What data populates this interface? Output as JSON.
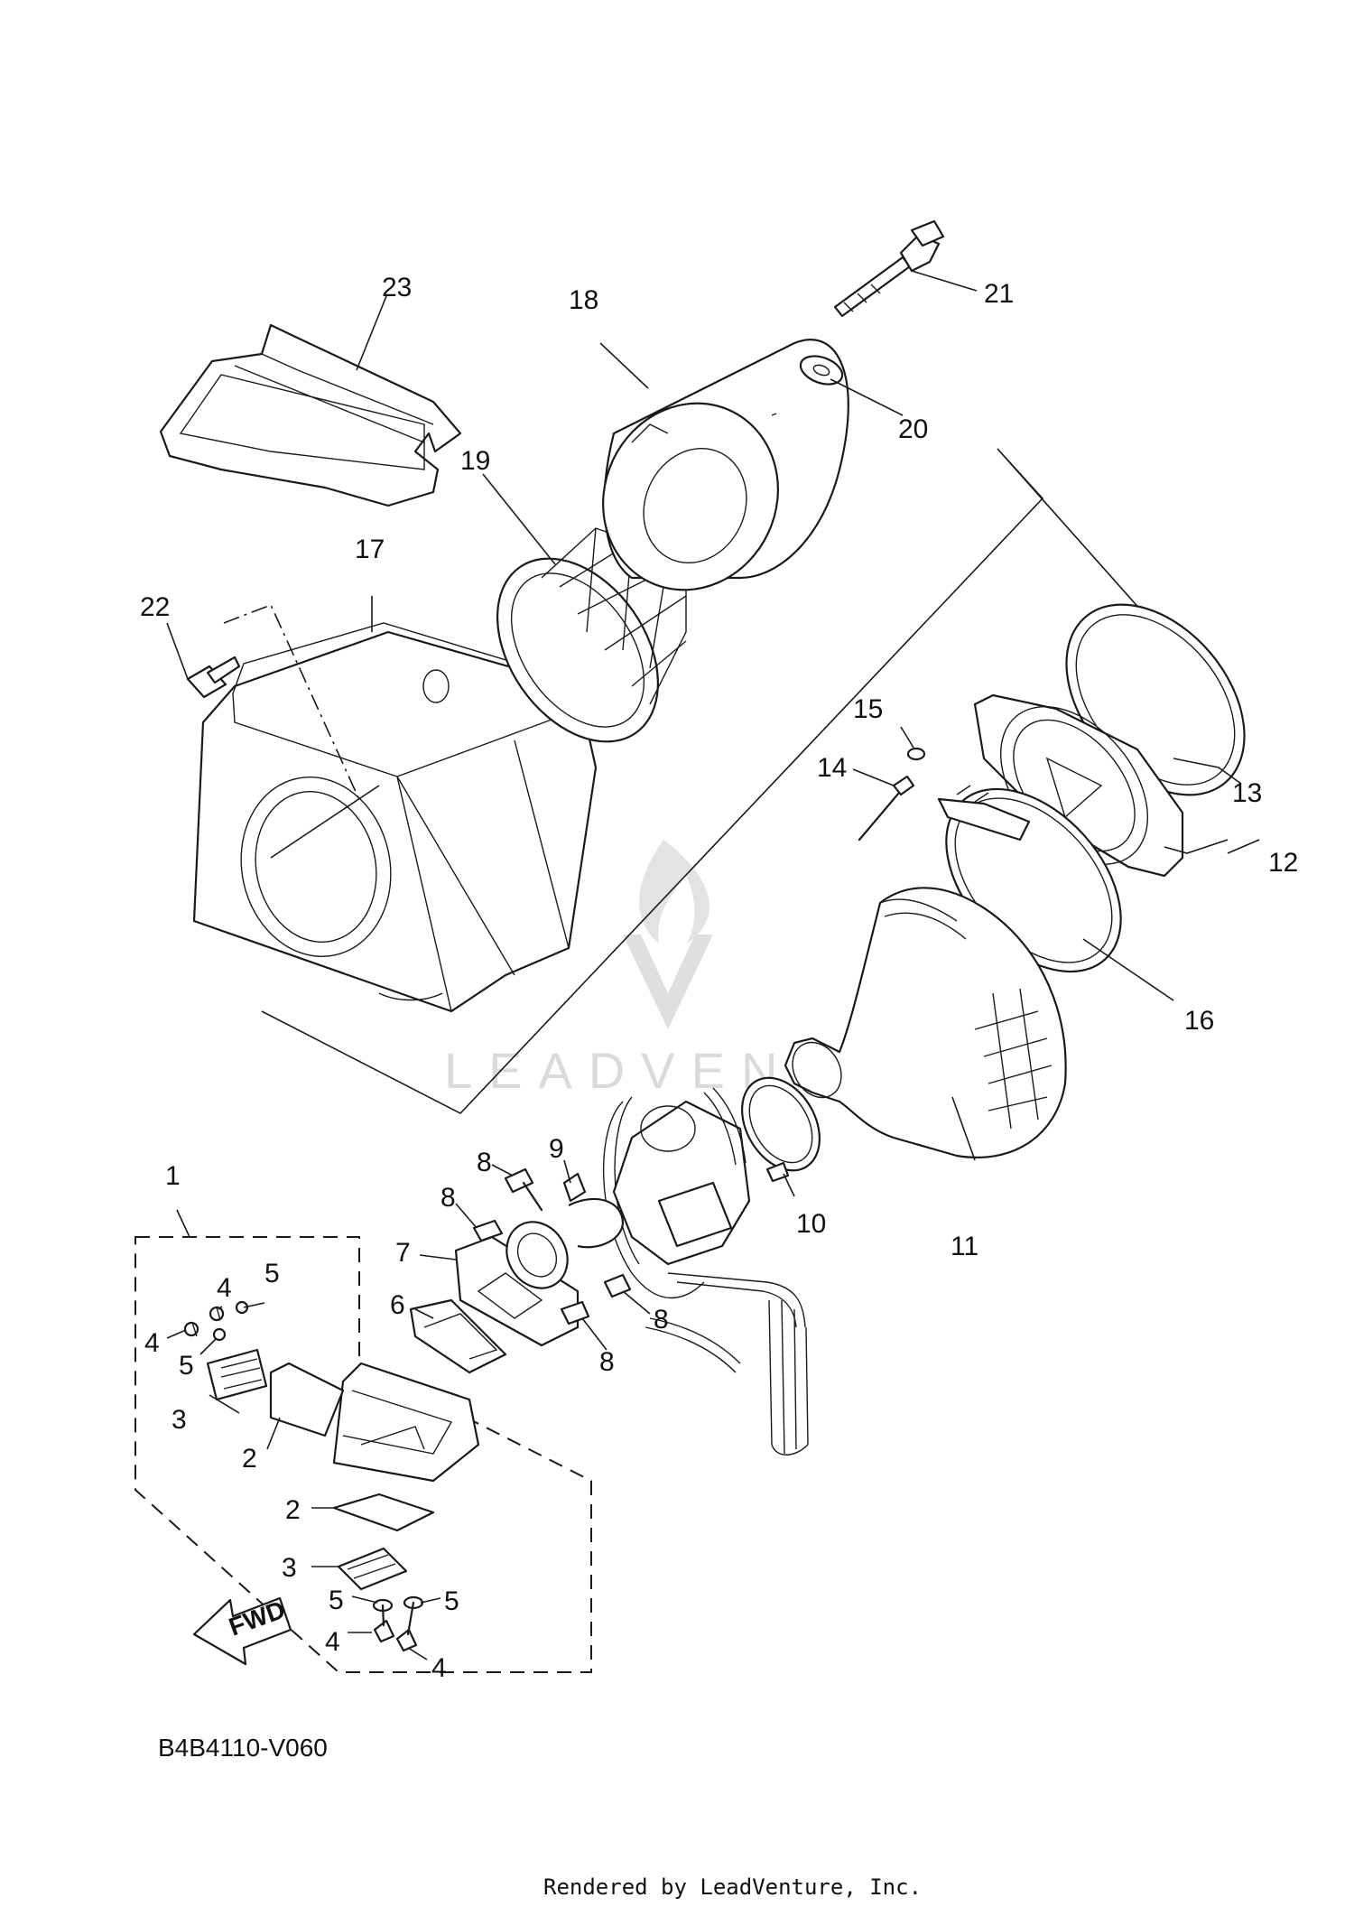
{
  "callouts": [
    {
      "id": "1",
      "label": "1"
    },
    {
      "id": "2a",
      "label": "2"
    },
    {
      "id": "2b",
      "label": "2"
    },
    {
      "id": "3a",
      "label": "3"
    },
    {
      "id": "3b",
      "label": "3"
    },
    {
      "id": "4a",
      "label": "4"
    },
    {
      "id": "4b",
      "label": "4"
    },
    {
      "id": "4c",
      "label": "4"
    },
    {
      "id": "4d",
      "label": "4"
    },
    {
      "id": "5a",
      "label": "5"
    },
    {
      "id": "5b",
      "label": "5"
    },
    {
      "id": "5c",
      "label": "5"
    },
    {
      "id": "5d",
      "label": "5"
    },
    {
      "id": "6",
      "label": "6"
    },
    {
      "id": "7",
      "label": "7"
    },
    {
      "id": "8a",
      "label": "8"
    },
    {
      "id": "8b",
      "label": "8"
    },
    {
      "id": "8c",
      "label": "8"
    },
    {
      "id": "8d",
      "label": "8"
    },
    {
      "id": "9",
      "label": "9"
    },
    {
      "id": "10",
      "label": "10"
    },
    {
      "id": "11",
      "label": "11"
    },
    {
      "id": "12",
      "label": "12"
    },
    {
      "id": "13",
      "label": "13"
    },
    {
      "id": "14",
      "label": "14"
    },
    {
      "id": "15",
      "label": "15"
    },
    {
      "id": "16",
      "label": "16"
    },
    {
      "id": "17",
      "label": "17"
    },
    {
      "id": "18",
      "label": "18"
    },
    {
      "id": "19",
      "label": "19"
    },
    {
      "id": "20",
      "label": "20"
    },
    {
      "id": "21",
      "label": "21"
    },
    {
      "id": "22",
      "label": "22"
    },
    {
      "id": "23",
      "label": "23"
    }
  ],
  "fwd_label": "FWD",
  "diagram_code": "B4B4110-V060",
  "credit": "Rendered by LeadVenture, Inc.",
  "watermark": "LEADVENTURE"
}
